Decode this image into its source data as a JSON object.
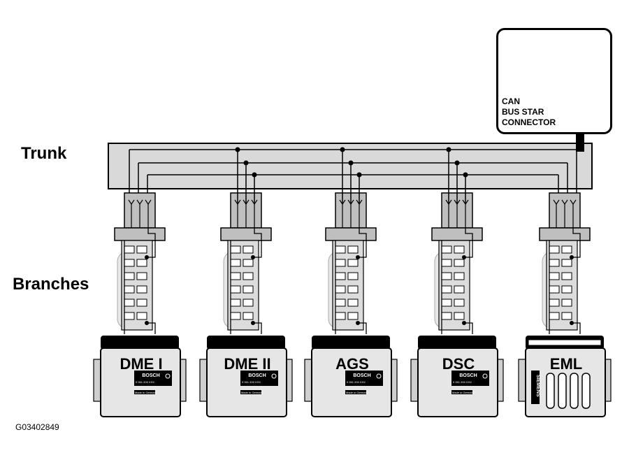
{
  "labels": {
    "trunk": "Trunk",
    "branches": "Branches",
    "figure_id": "G03402849"
  },
  "callout": {
    "lines": [
      "CAN",
      "BUS STAR",
      "CONNECTOR"
    ]
  },
  "modules": [
    {
      "name": "DME I",
      "brand": "BOSCH",
      "part_no": "0 261 200 XXX",
      "origin": "Made in Germany"
    },
    {
      "name": "DME II",
      "brand": "BOSCH",
      "part_no": "0 261 200 XXX",
      "origin": "Made in Germany"
    },
    {
      "name": "AGS",
      "brand": "BOSCH",
      "part_no": "0 261 200 XXX",
      "origin": "Made in Germany"
    },
    {
      "name": "DSC",
      "brand": "BOSCH",
      "part_no": "0 261 200 XXX",
      "origin": "Made in Germany"
    },
    {
      "name": "EML",
      "brand": "SIEMENS",
      "part_no": "",
      "origin": ""
    }
  ],
  "colors": {
    "trunk_fill": "#d9d9d9",
    "connector_fill": "#bfbfbf",
    "branch_fill": "#dcdcdc",
    "ecu_fill": "#e6e6e6",
    "ink": "#000000"
  }
}
